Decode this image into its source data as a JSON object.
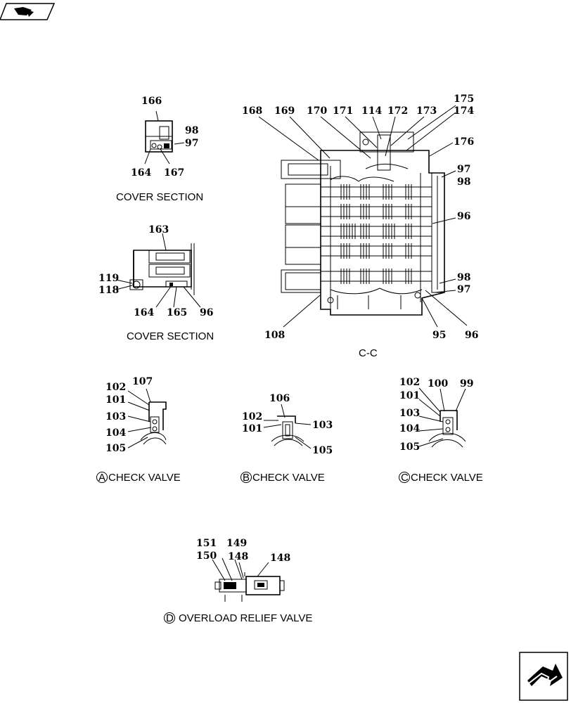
{
  "captions": {
    "cover_section_1": "COVER SECTION",
    "cover_section_2": "COVER SECTION",
    "section_cc": "C-C",
    "check_valve_a": "CHECK VALVE",
    "check_valve_b": "CHECK VALVE",
    "check_valve_c": "CHECK VALVE",
    "overload_relief_valve": "OVERLOAD RELIEF VALVE"
  },
  "circled": {
    "a": "A",
    "b": "B",
    "c": "C",
    "d": "D"
  },
  "cover1": {
    "p166": "166",
    "p98": "98",
    "p97": "97",
    "p164": "164",
    "p167": "167"
  },
  "cover2": {
    "p163": "163",
    "p119": "119",
    "p118": "118",
    "p164": "164",
    "p165": "165",
    "p96": "96"
  },
  "main": {
    "p168": "168",
    "p169": "169",
    "p170": "170",
    "p171": "171",
    "p114": "114",
    "p172": "172",
    "p173": "173",
    "p175": "175",
    "p174": "174",
    "p176": "176",
    "p97a": "97",
    "p98a": "98",
    "p96a": "96",
    "p98b": "98",
    "p97b": "97",
    "p108": "108",
    "p95": "95",
    "p96b": "96"
  },
  "valve_a": {
    "p102": "102",
    "p107": "107",
    "p101": "101",
    "p103": "103",
    "p104": "104",
    "p105": "105"
  },
  "valve_b": {
    "p106": "106",
    "p102": "102",
    "p101": "101",
    "p103": "103",
    "p105": "105"
  },
  "valve_c": {
    "p102": "102",
    "p100": "100",
    "p99": "99",
    "p101": "101",
    "p103": "103",
    "p104": "104",
    "p105": "105"
  },
  "relief": {
    "p151": "151",
    "p149": "149",
    "p150": "150",
    "p148a": "148",
    "p148b": "148"
  },
  "icons": {
    "top_left": "book-icon",
    "bottom_right": "next-page-arrow-icon"
  }
}
